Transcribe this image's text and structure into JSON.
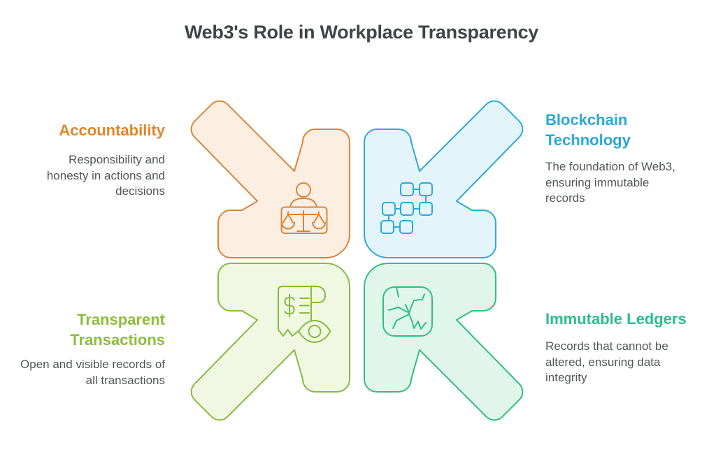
{
  "title": "Web3's Role in Workplace Transparency",
  "sections": [
    {
      "id": "accountability",
      "position": "top-left",
      "heading": "Accountability",
      "description": "Responsibility and honesty in actions and decisions",
      "accent_color": "#e2862d",
      "arrow_stroke": "#d8853c",
      "arrow_fill": "#fcefe2",
      "arrow_direction": "down-right",
      "icon": "person-with-scales-icon"
    },
    {
      "id": "blockchain-technology",
      "position": "top-right",
      "heading": "Blockchain Technology",
      "description": "The foundation of Web3, ensuring immutable records",
      "accent_color": "#2ba8da",
      "arrow_stroke": "#2ca9db",
      "arrow_fill": "#e3f4fb",
      "arrow_direction": "down-left",
      "icon": "blockchain-network-icon"
    },
    {
      "id": "transparent-transactions",
      "position": "bottom-left",
      "heading": "Transparent Transactions",
      "description": "Open and visible records of all transactions",
      "accent_color": "#8cbe3d",
      "arrow_stroke": "#85bb41",
      "arrow_fill": "#f1f8e2",
      "arrow_direction": "up-right",
      "icon": "receipt-with-eye-icon"
    },
    {
      "id": "immutable-ledgers",
      "position": "bottom-right",
      "heading": "Immutable Ledgers",
      "description": "Records that cannot be altered, ensuring data integrity",
      "accent_color": "#2cbe8a",
      "arrow_stroke": "#2fbf83",
      "arrow_fill": "#e1f6ea",
      "arrow_direction": "up-left",
      "icon": "cracked-block-icon"
    }
  ]
}
